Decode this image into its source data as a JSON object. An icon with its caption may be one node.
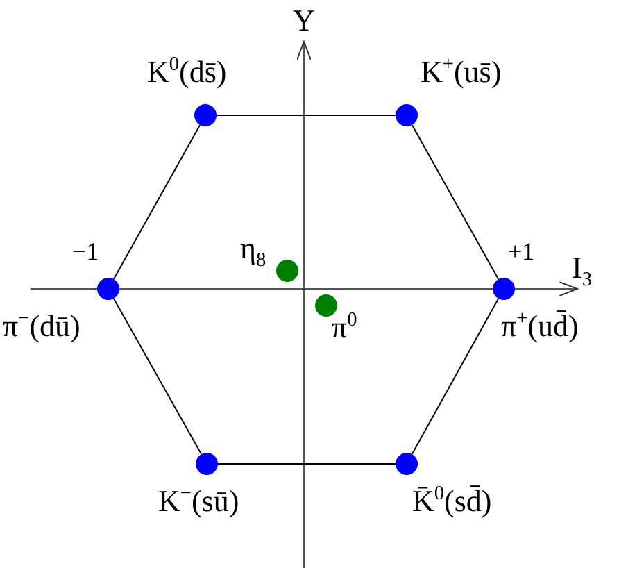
{
  "diagram": {
    "nodes": [
      {
        "text": [],
        "shape": "circle",
        "beside": [
          "K$^{0}$(ds̄)"
        ]
      },
      {
        "text": [],
        "shape": "circle",
        "beside": [
          "K$^{+}$(us̄)"
        ]
      },
      {
        "text": [],
        "shape": "circle",
        "beside": [
          "η$_{8}$"
        ]
      },
      {
        "text": [],
        "shape": "circle",
        "beside": [
          "π$^{−}$(dū)"
        ]
      },
      {
        "text": [],
        "shape": "circle",
        "beside": [
          "π$^{+}$(ud̄)"
        ]
      },
      {
        "text": [],
        "shape": "circle",
        "beside": [
          "π$^{0}$"
        ]
      },
      {
        "text": [],
        "shape": "circle",
        "beside": [
          "K$^{−}$(sū)"
        ]
      },
      {
        "text": [],
        "shape": "circle",
        "beside": [
          "K̄$^{0}$(sd̄)"
        ]
      }
    ],
    "edges": [
      {
        "from": 0,
        "to": 1,
        "arrow": "none"
      },
      {
        "from": 1,
        "to": 4,
        "arrow": "none"
      },
      {
        "from": 4,
        "to": 7,
        "arrow": "none"
      },
      {
        "from": 7,
        "to": 6,
        "arrow": "none"
      },
      {
        "from": 6,
        "to": 3,
        "arrow": "none"
      },
      {
        "from": 3,
        "to": 0,
        "arrow": "none"
      }
    ],
    "labels": [
      "Y",
      "−1",
      "+1",
      "I$_{3}$"
    ]
  }
}
